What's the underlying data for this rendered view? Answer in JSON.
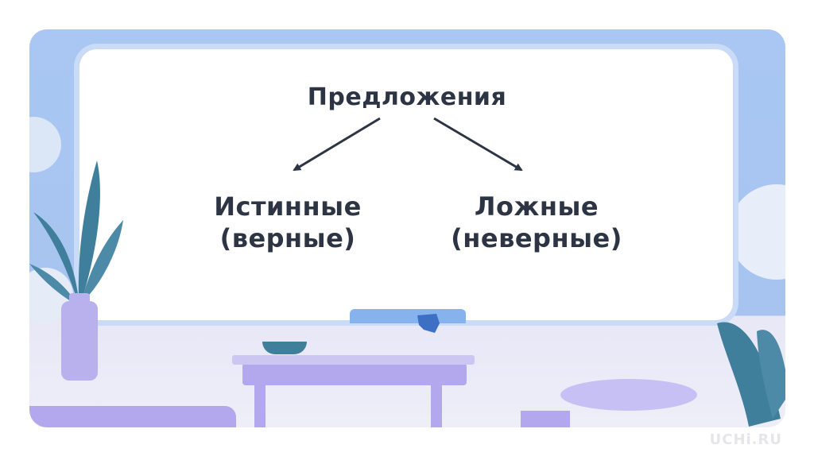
{
  "diagram": {
    "root": "Предложения",
    "children": [
      {
        "line1": "Истинные",
        "line2": "(верные)"
      },
      {
        "line1": "Ложные",
        "line2": "(неверные)"
      }
    ]
  },
  "watermark": "UCHi.RU",
  "colors": {
    "text": "#2d3443",
    "background_wall": "#a9c7f2",
    "board": "#ffffff",
    "plant": "#3f7f9c",
    "table": "#b3a8ee"
  }
}
